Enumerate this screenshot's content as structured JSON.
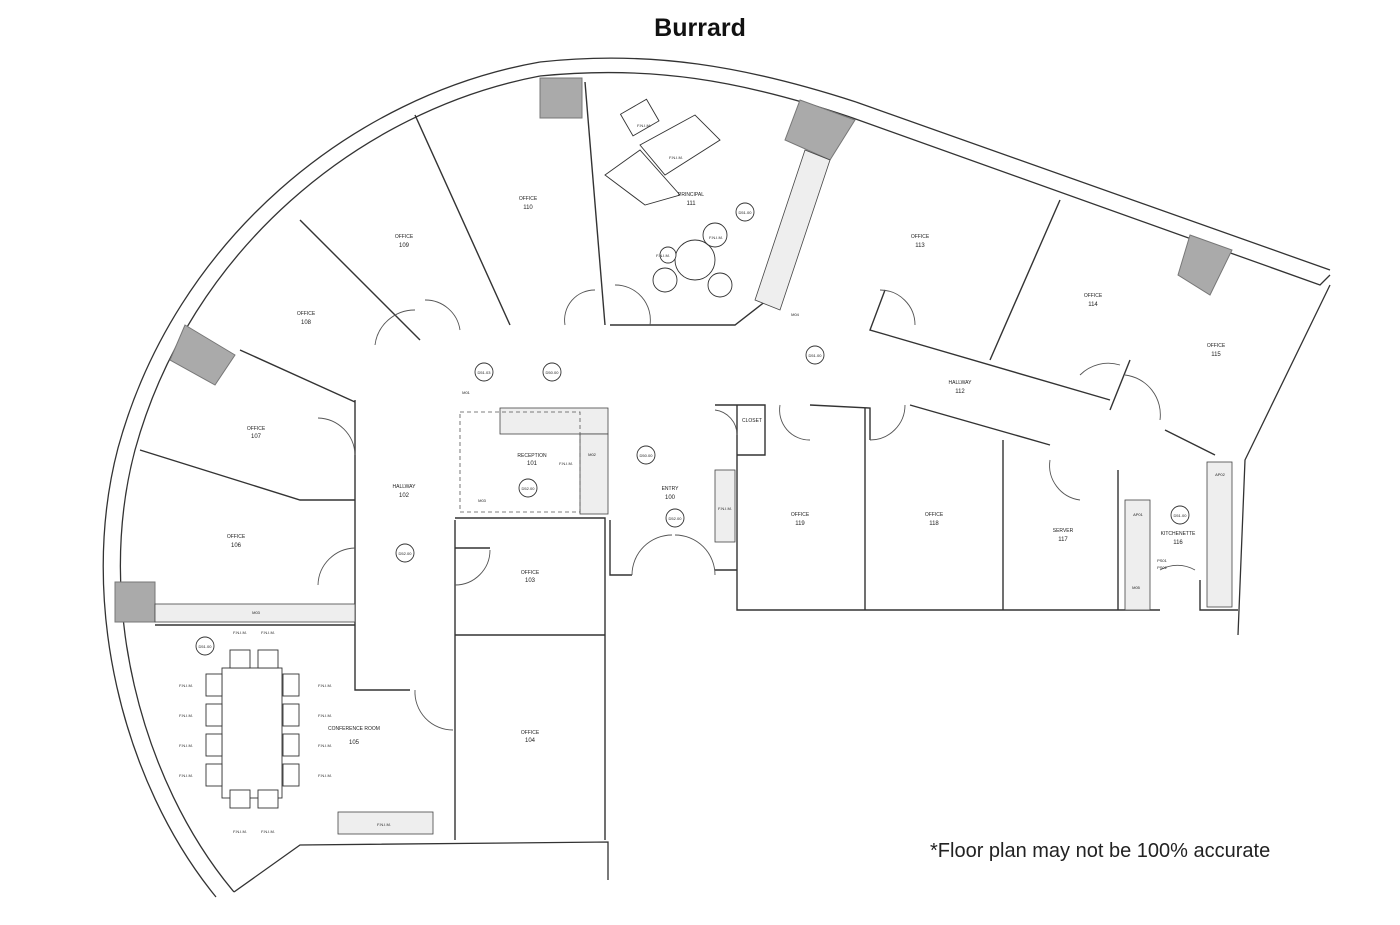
{
  "title": "Burrard",
  "disclaimer": "*Floor plan may not be 100% accurate",
  "rooms": [
    {
      "name": "ENTRY",
      "number": "100"
    },
    {
      "name": "RECEPTION",
      "number": "101"
    },
    {
      "name": "HALLWAY",
      "number": "102"
    },
    {
      "name": "OFFICE",
      "number": "103"
    },
    {
      "name": "OFFICE",
      "number": "104"
    },
    {
      "name": "CONFERENCE ROOM",
      "number": "105"
    },
    {
      "name": "OFFICE",
      "number": "106"
    },
    {
      "name": "OFFICE",
      "number": "107"
    },
    {
      "name": "OFFICE",
      "number": "108"
    },
    {
      "name": "OFFICE",
      "number": "109"
    },
    {
      "name": "OFFICE",
      "number": "110"
    },
    {
      "name": "PRINCIPAL",
      "number": "111"
    },
    {
      "name": "HALLWAY",
      "number": "112"
    },
    {
      "name": "OFFICE",
      "number": "113"
    },
    {
      "name": "OFFICE",
      "number": "114"
    },
    {
      "name": "OFFICE",
      "number": "115"
    },
    {
      "name": "KITCHENETTE",
      "number": "116"
    },
    {
      "name": "SERVER",
      "number": "117"
    },
    {
      "name": "OFFICE",
      "number": "118"
    },
    {
      "name": "OFFICE",
      "number": "119"
    },
    {
      "name": "CLOSET",
      "number": ""
    }
  ],
  "tags": {
    "furniture": "F.N.I.M.",
    "millwork": [
      "M01",
      "M02",
      "M03",
      "M04",
      "M05"
    ],
    "details": [
      "D50.00",
      "D51.00",
      "D52.00",
      "D51.03"
    ],
    "appliances": [
      "AP01",
      "AP02",
      "PS01",
      "PS02",
      "M05"
    ]
  }
}
